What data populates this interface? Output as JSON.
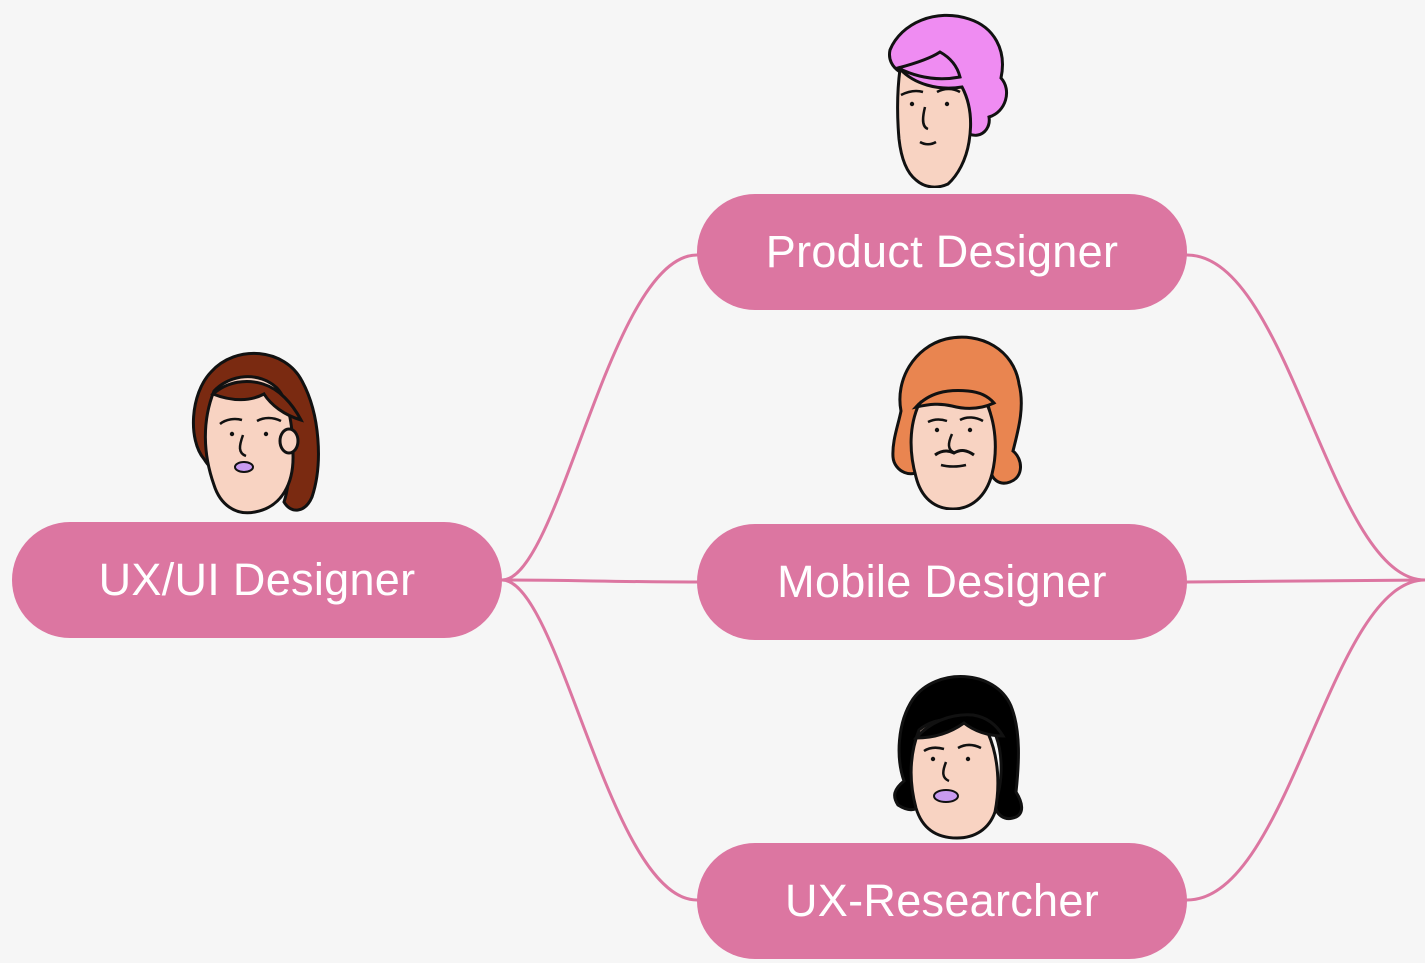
{
  "theme": {
    "background": "#f6f6f6",
    "node_fill": "#dc76a1",
    "connector_color": "#dc76a1",
    "node_text_color": "#ffffff"
  },
  "nodes": {
    "ux_ui": {
      "label": "UX/UI Designer",
      "avatar_icon": "woman-brown-hair-icon"
    },
    "product": {
      "label": "Product Designer",
      "avatar_icon": "man-pink-hair-icon"
    },
    "mobile": {
      "label": "Mobile Designer",
      "avatar_icon": "man-orange-curly-hair-icon"
    },
    "research": {
      "label": "UX-Researcher",
      "avatar_icon": "woman-black-hair-icon"
    }
  },
  "avatar_colors": {
    "skin": "#f8d3c2",
    "line": "#111111",
    "brown_hair": "#7a2a11",
    "pink_hair": "#ef8cf2",
    "orange_hair": "#e98550",
    "black_hair": "#000000",
    "lip": "#c99bf0"
  }
}
